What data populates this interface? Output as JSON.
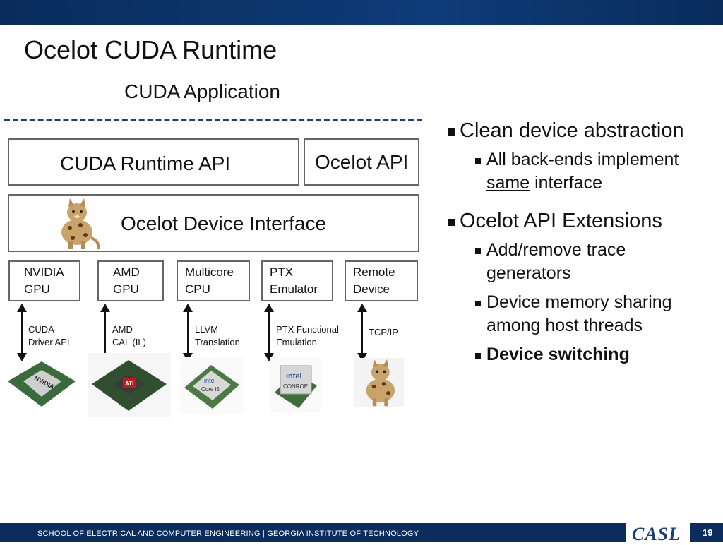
{
  "slide": {
    "title": "Ocelot CUDA Runtime",
    "page_number": "19"
  },
  "diagram": {
    "app_label": "CUDA Application",
    "runtime_api": "CUDA Runtime API",
    "ocelot_api": "Ocelot API",
    "device_interface": "Ocelot Device Interface",
    "backends": [
      {
        "line1": "NVIDIA",
        "line2": "GPU",
        "conn1": "CUDA",
        "conn2": "Driver API"
      },
      {
        "line1": "AMD",
        "line2": "GPU",
        "conn1": "AMD",
        "conn2": "CAL (IL)"
      },
      {
        "line1": "Multicore",
        "line2": "CPU",
        "conn1": "LLVM",
        "conn2": "Translation"
      },
      {
        "line1": "PTX",
        "line2": "Emulator",
        "conn1": "PTX Functional",
        "conn2": "Emulation"
      },
      {
        "line1": "Remote",
        "line2": "Device",
        "conn1": "TCP/IP",
        "conn2": ""
      }
    ],
    "chip_text": {
      "nvidia": "NVIDIA",
      "ati": "ATI",
      "intel_core": "intel",
      "core_model": "Core i5",
      "intel_conroe": "intel",
      "conroe": "CONROE"
    }
  },
  "bullets": {
    "b1": "Clean device abstraction",
    "b1_sub_before": "All back-ends implement ",
    "b1_sub_underline": "same",
    "b1_sub_after": " interface",
    "b2": "Ocelot API Extensions",
    "b2_sub1": "Add/remove trace generators",
    "b2_sub2": "Device memory sharing among host threads",
    "b2_sub3": "Device switching"
  },
  "footer": {
    "text": "SCHOOL OF ELECTRICAL AND COMPUTER ENGINEERING | GEORGIA INSTITUTE OF TECHNOLOGY",
    "logo": "CASL"
  },
  "colors": {
    "header_bar": "#0a2c5c",
    "dashed_line": "#1d3f7d",
    "logo": "#1b3d82"
  }
}
